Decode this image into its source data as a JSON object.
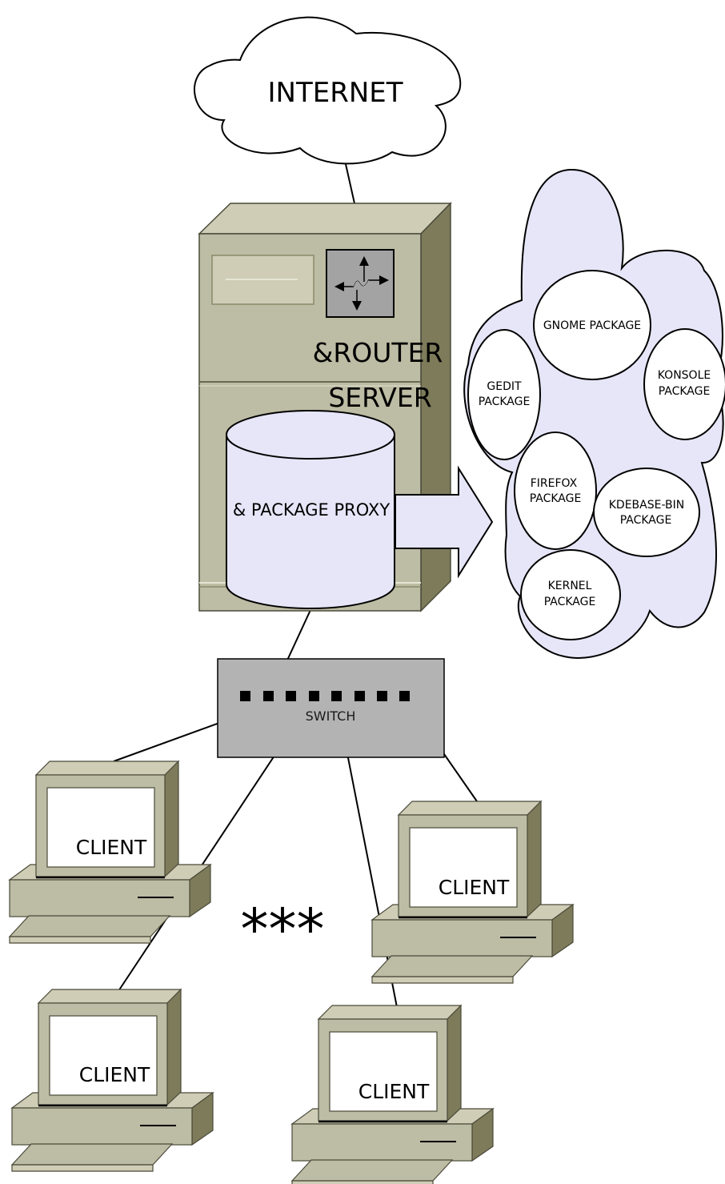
{
  "colors": {
    "device_body": "#bdbca4",
    "device_top": "#cfcdb6",
    "device_side": "#7d7b5a",
    "cloud_fill": "#e6e6f8",
    "switch_fill": "#b3b3b3",
    "router_fill": "#a3a3a3",
    "screen_fill": "#ffffff"
  },
  "internet": {
    "label": "INTERNET"
  },
  "server": {
    "label_line1": "&ROUTER",
    "label_line2": "SERVER",
    "router_icon": "router-arrows-icon"
  },
  "proxy": {
    "label": "& PACKAGE PROXY"
  },
  "packages": [
    {
      "line1": "GNOME PACKAGE",
      "line2": ""
    },
    {
      "line1": "GEDIT",
      "line2": "PACKAGE"
    },
    {
      "line1": "KONSOLE",
      "line2": "PACKAGE"
    },
    {
      "line1": "FIREFOX",
      "line2": "PACKAGE"
    },
    {
      "line1": "KDEBASE-BIN",
      "line2": "PACKAGE"
    },
    {
      "line1": "KERNEL",
      "line2": "PACKAGE"
    }
  ],
  "switch": {
    "label": "SWITCH"
  },
  "clients": [
    {
      "label": "CLIENT"
    },
    {
      "label": "CLIENT"
    },
    {
      "label": "CLIENT"
    },
    {
      "label": "CLIENT"
    }
  ],
  "ellipsis": "***"
}
